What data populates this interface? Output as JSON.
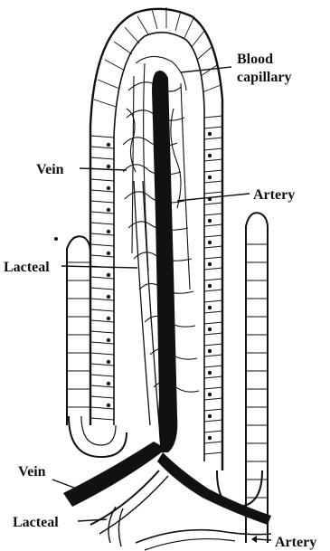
{
  "labels": {
    "blood_capillary_line1": "Blood",
    "blood_capillary_line2": "capillary",
    "vein_upper": "Vein",
    "artery_upper": "Artery",
    "lacteal_upper": "Lacteal",
    "vein_lower": "Vein",
    "lacteal_lower": "Lacteal",
    "artery_lower": "Artery"
  },
  "colors": {
    "ink": "#111111",
    "paper": "#ffffff"
  }
}
